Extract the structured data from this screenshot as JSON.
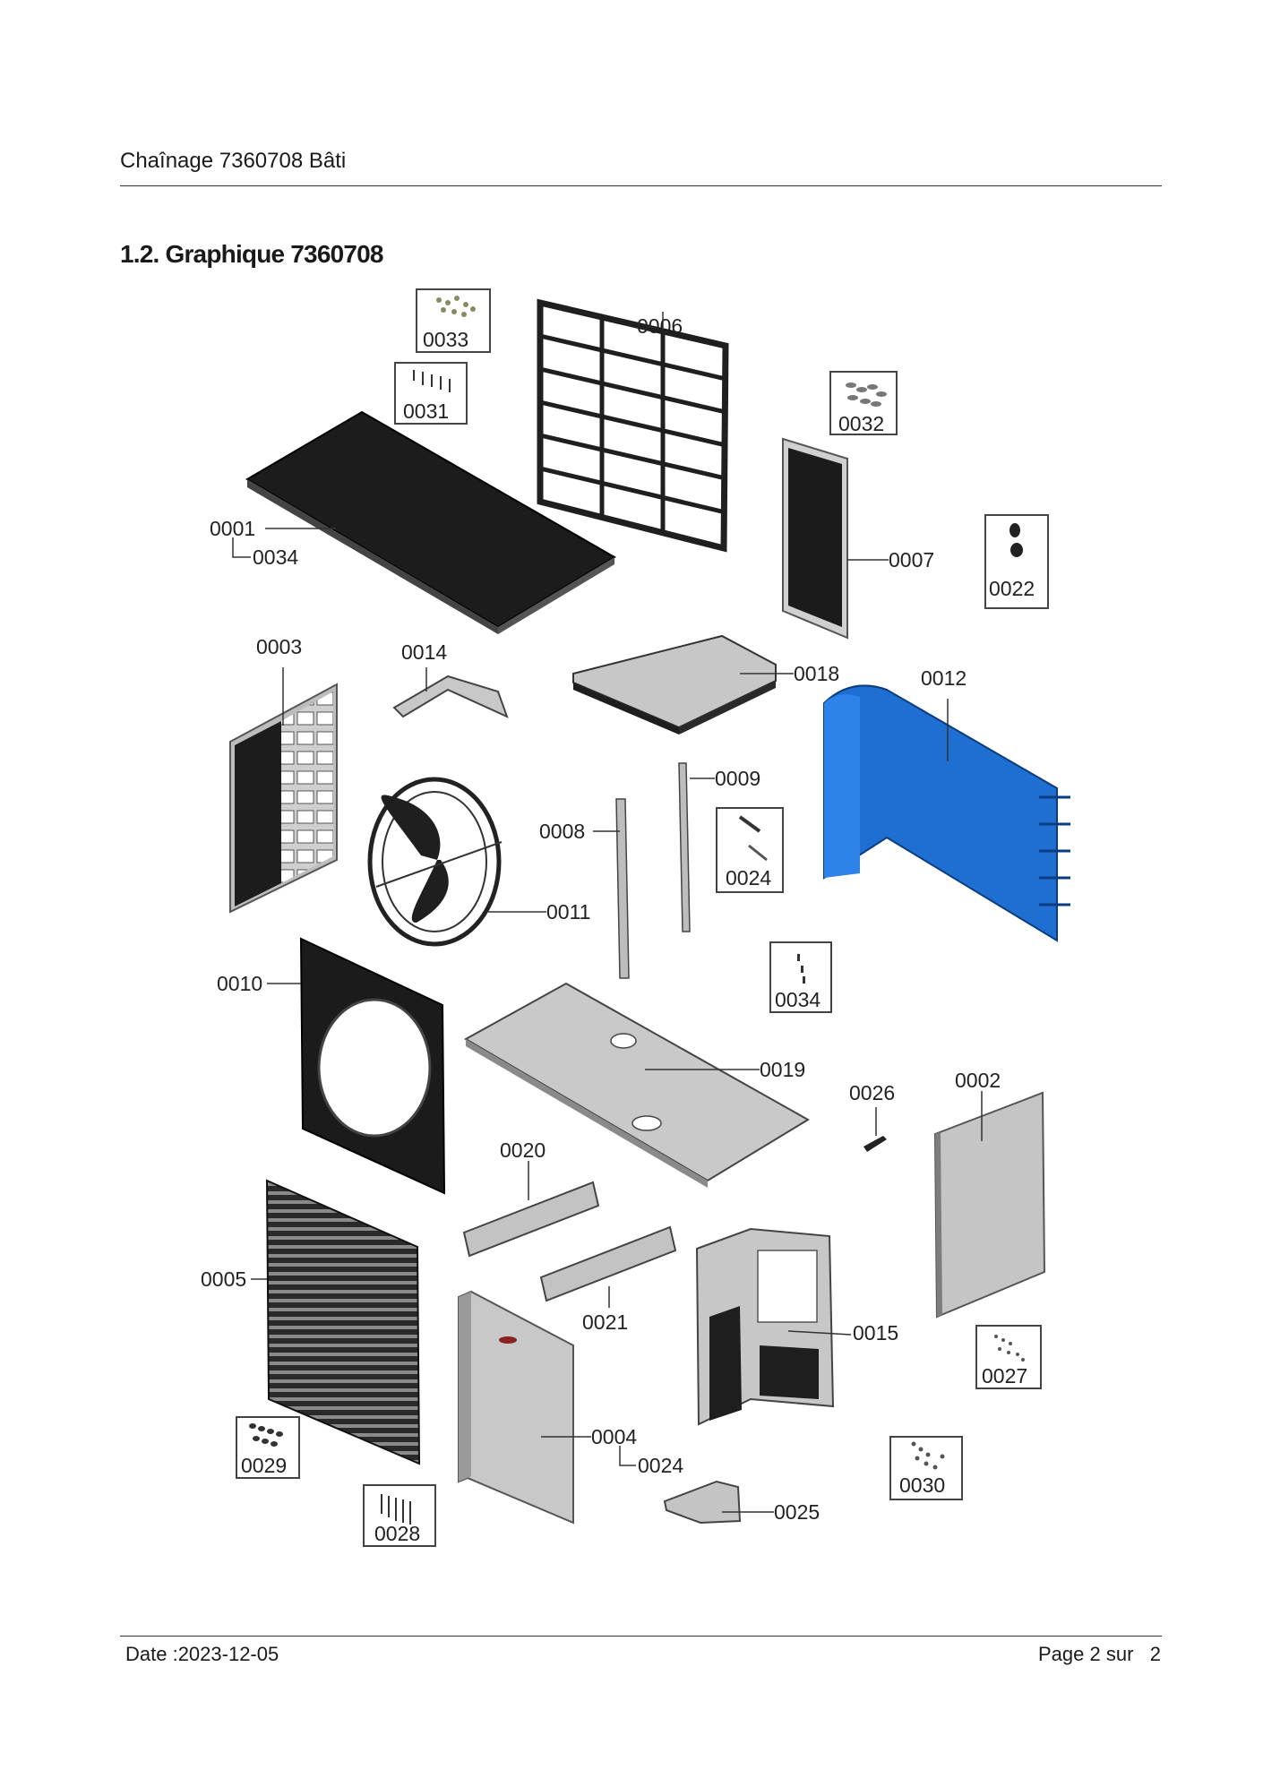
{
  "header": {
    "title": "Chaînage 7360708 Bâti"
  },
  "section": {
    "title": "1.2. Graphique 7360708"
  },
  "parts": {
    "p0001": "0001",
    "p0002": "0002",
    "p0003": "0003",
    "p0004": "0004",
    "p0005": "0005",
    "p0006": "0006",
    "p0007": "0007",
    "p0008": "0008",
    "p0009": "0009",
    "p0010": "0010",
    "p0011": "0011",
    "p0012": "0012",
    "p0014": "0014",
    "p0015": "0015",
    "p0018": "0018",
    "p0019": "0019",
    "p0020": "0020",
    "p0021": "0021",
    "p0022": "0022",
    "p0024": "0024",
    "p0025": "0025",
    "p0026": "0026",
    "p0027": "0027",
    "p0028": "0028",
    "p0029": "0029",
    "p0030": "0030",
    "p0031": "0031",
    "p0032": "0032",
    "p0033": "0033",
    "p0034": "0034"
  },
  "footer": {
    "date": "Date :2023-12-05",
    "page_prefix": "Page",
    "page_current": "2",
    "page_of": "sur",
    "page_total": "2"
  }
}
